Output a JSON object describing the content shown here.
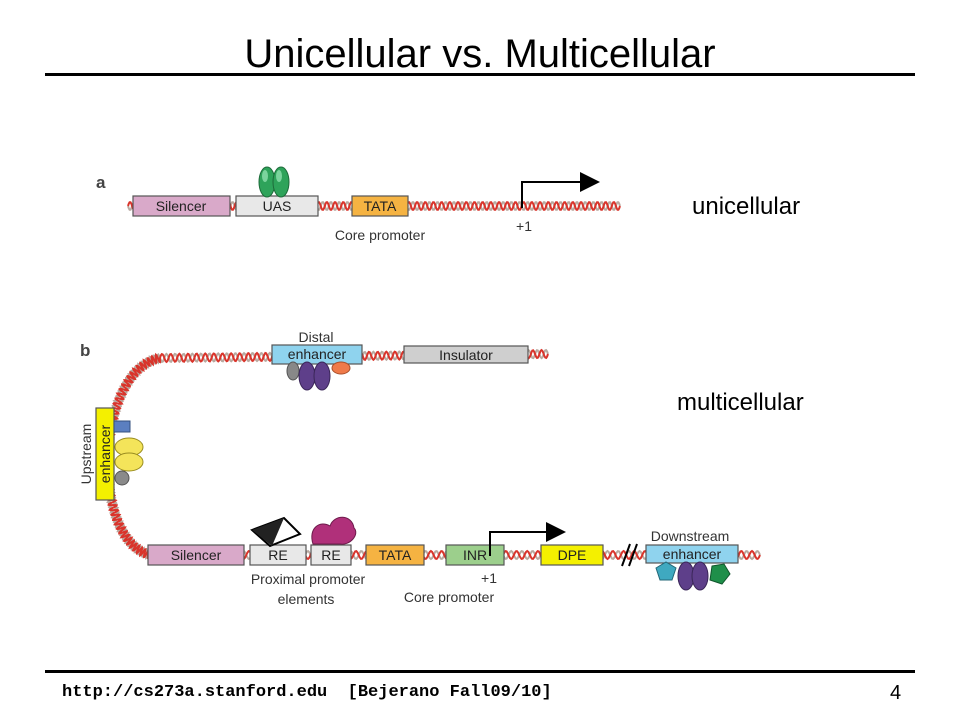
{
  "slide": {
    "title": "Unicellular vs. Multicellular",
    "footer": "http://cs273a.stanford.edu  [Bejerano Fall09/10]",
    "page_number": "4"
  },
  "labels": {
    "unicellular": "unicellular",
    "multicellular": "multicellular"
  },
  "panel_a": {
    "letter": "a",
    "silencer": "Silencer",
    "uas": "UAS",
    "tata": "TATA",
    "core_promoter": "Core promoter",
    "tss": "+1"
  },
  "panel_b": {
    "letter": "b",
    "distal_line1": "Distal",
    "distal_line2": "enhancer",
    "insulator": "Insulator",
    "upstream_line1": "Upstream",
    "upstream_line2": "enhancer",
    "silencer": "Silencer",
    "re1": "RE",
    "re2": "RE",
    "tata": "TATA",
    "inr": "INR",
    "dpe": "DPE",
    "proximal_line1": "Proximal promoter",
    "proximal_line2": "elements",
    "tss": "+1",
    "core_promoter": "Core promoter",
    "downstream_line1": "Downstream",
    "downstream_line2": "enhancer"
  },
  "colors": {
    "silencer": "#d9a9c9",
    "uas": "#e8e8e8",
    "tata": "#f5b342",
    "enhancer": "#8fd3ee",
    "insulator": "#cfcfcf",
    "upstream": "#f4f000",
    "inr": "#9ccf8c",
    "dpe": "#f4f000",
    "dna_red": "#d9342b",
    "dna_grey": "#b9a9a0",
    "green_protein": "#2ea35a",
    "purple_protein": "#5e3f8a",
    "magenta_protein": "#b0307a"
  }
}
